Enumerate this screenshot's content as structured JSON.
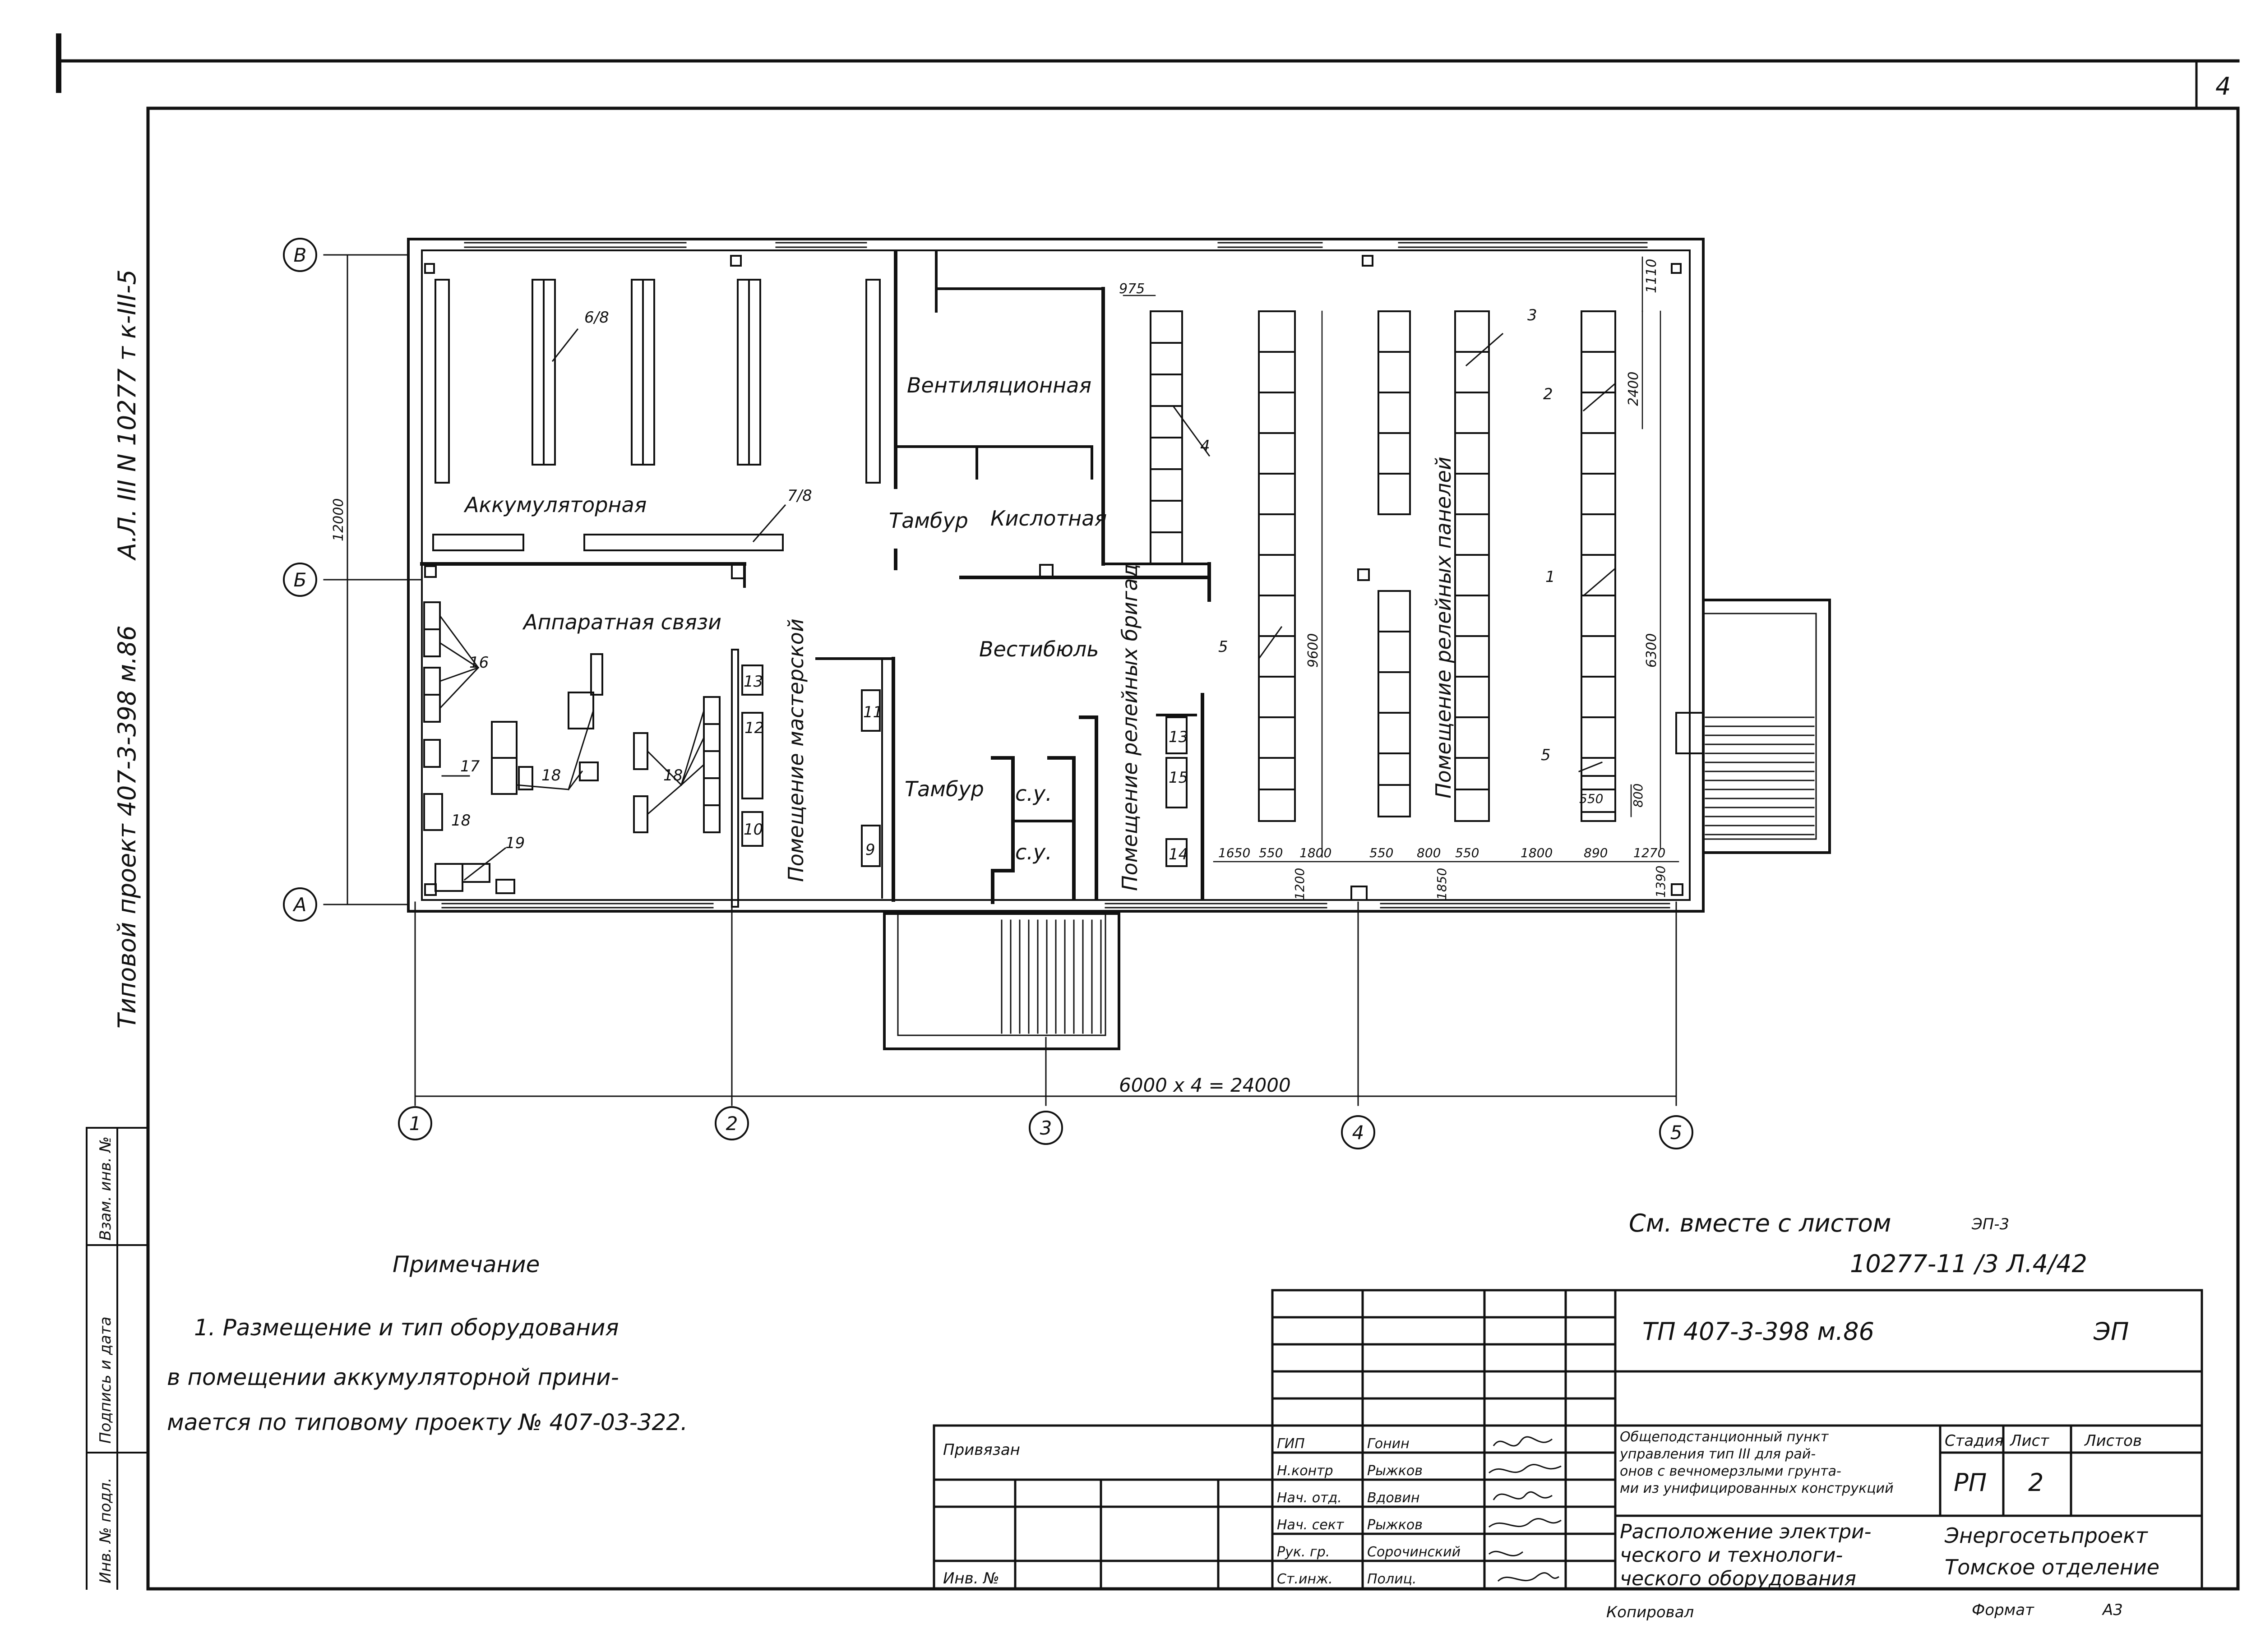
{
  "sheet": {
    "page_number": "4",
    "side_note_project": "Типовой проект 407-3-398 м.86",
    "side_note_album": "А.Л. III N 10277 т к-III-5",
    "side_stamp_labels": [
      "Инв. № подл.",
      "Подпись и дата",
      "Взам. инв. №"
    ]
  },
  "plan": {
    "rooms": {
      "accumulator": "Аккумуляторная",
      "ventilation": "Вентиляционная",
      "tambour_top": "Тамбур",
      "acid": "Кислотная",
      "comm_apparatus": "Аппаратная связи",
      "vestibule": "Вестибюль",
      "workshop": "Помещение мастерской",
      "tambour_bottom": "Тамбур",
      "wc1": "с.у.",
      "wc2": "с.у.",
      "relay_crews": "Помещение релейных бригад",
      "relay_panels": "Помещение релейных панелей"
    },
    "axes_rows": [
      "В",
      "Б",
      "А"
    ],
    "axes_cols": [
      "1",
      "2",
      "3",
      "4",
      "5"
    ],
    "equipment_marks": [
      "6/8",
      "7/8",
      "4",
      "3",
      "2",
      "1",
      "5",
      "5",
      "16",
      "17",
      "18",
      "18",
      "18",
      "19",
      "13",
      "12",
      "10",
      "11",
      "9",
      "13",
      "15",
      "14"
    ],
    "dimensions": {
      "overall": "6000 x 4 = 24000",
      "height": "12000",
      "d975": "975",
      "d9600": "9600",
      "d6300": "6300",
      "d2400": "2400",
      "d1110": "1110",
      "d800": "800",
      "d550": "550",
      "bottom_chain": [
        "1650",
        "550",
        "1800",
        "550",
        "800",
        "550",
        "1800",
        "890",
        "1270"
      ],
      "d1200": "1200",
      "d1850": "1850",
      "d1390": "1390"
    }
  },
  "note": {
    "title": "Примечание",
    "lines": [
      "1. Размещение и тип оборудования",
      "в помещении аккумуляторной прини-",
      "мается  по типовому проекту № 407-03-322."
    ]
  },
  "reference": {
    "see_with": "См. вместе с листом",
    "sheet_ref": "ЭП-3",
    "number": "10277-11 /3 Л.4/42"
  },
  "title_block": {
    "code": "ТП  407-3-398 м.86",
    "mark": "ЭП",
    "attached": "Привязан",
    "inv": "Инв. №",
    "roles": [
      "ГИП",
      "Н.контр",
      "Нач. отд.",
      "Нач. сект",
      "Рук. гр.",
      "Ст.инж."
    ],
    "names": [
      "Гонин",
      "Рыжков",
      "Вдовин",
      "Рыжков",
      "Сорочинский",
      "Полиц."
    ],
    "object_title": "Общеподстанционный пункт управления тип III для рай-онов с вечномерзлыми грунта-ми из унифицированных конструкций",
    "sheet_title": "Расположение электри-ческого и технологи-ческого оборудования",
    "stage_label": "Стадия",
    "sheet_label": "Лист",
    "sheets_label": "Листов",
    "stage": "РП",
    "sheet_no": "2",
    "org": "Энергосетьпроект",
    "org_branch": "Томское отделение",
    "copied": "Копировал",
    "format_label": "Формат",
    "format": "А3"
  }
}
